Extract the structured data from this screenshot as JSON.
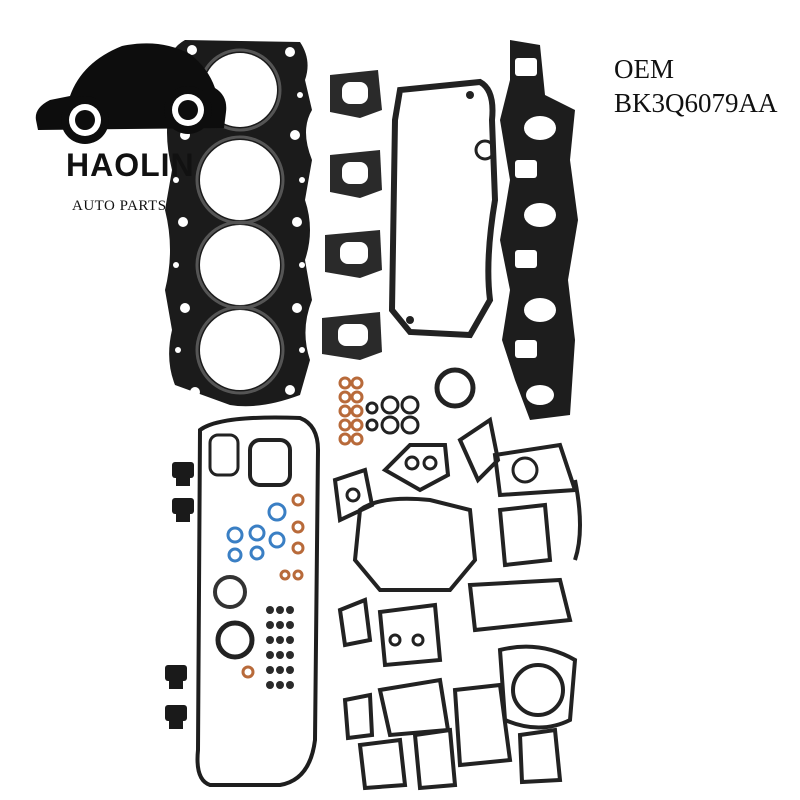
{
  "brand": {
    "name": "HAOLIN",
    "subtitle": "AUTO PARTS"
  },
  "oem": {
    "label": "OEM",
    "part_number": "BK3Q6079AA"
  },
  "colors": {
    "gasket": "#1a1a1a",
    "copper_ring": "#b86a3a",
    "blue_ring": "#3a7fc4"
  }
}
